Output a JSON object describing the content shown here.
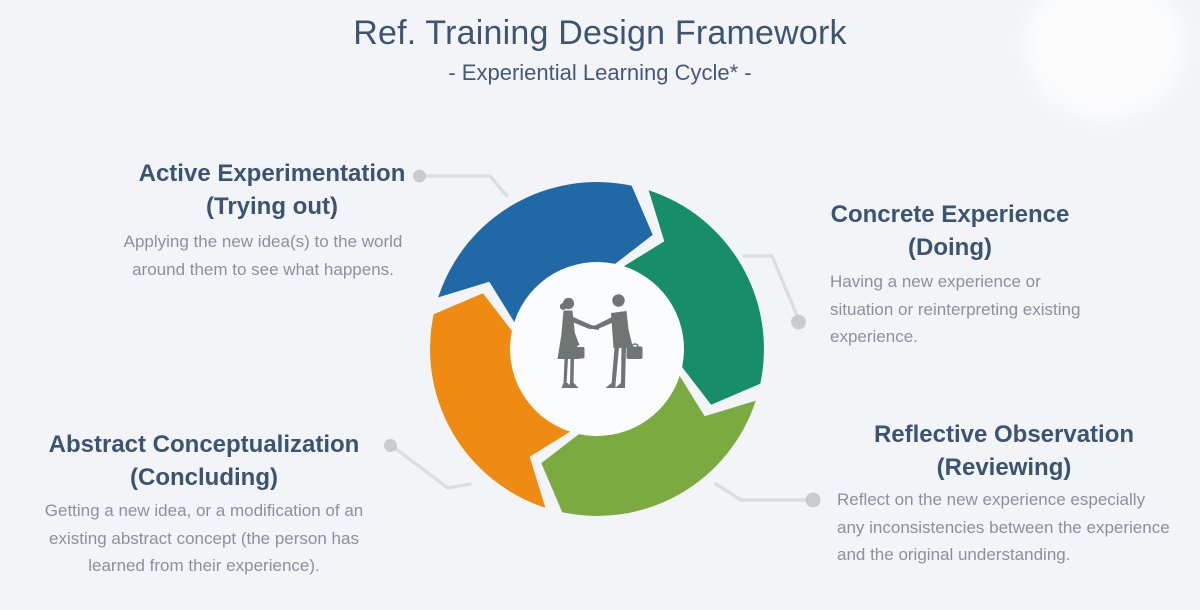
{
  "header": {
    "title": "Ref. Training Design Framework",
    "subtitle": "- Experiential Learning Cycle* -"
  },
  "colors": {
    "background": "#F3F4F8",
    "title_text": "#3D5571",
    "heading_text": "#3A5472",
    "body_text": "#8B9199",
    "segment_blue": "#2169A6",
    "segment_teal": "#178E67",
    "segment_olive": "#7BAA41",
    "segment_orange": "#EF8B13",
    "hub": "#FBFCFE",
    "silhouette": "#6E7573",
    "connector": "#DDDDDE",
    "connector_dot": "#C9CBCE"
  },
  "wheel": {
    "center_icon": "two-business-people-meeting",
    "segments": [
      {
        "id": "active-experimentation",
        "color_key": "segment_blue"
      },
      {
        "id": "concrete-experience",
        "color_key": "segment_teal"
      },
      {
        "id": "reflective-observation",
        "color_key": "segment_olive"
      },
      {
        "id": "abstract-conceptualization",
        "color_key": "segment_orange"
      }
    ]
  },
  "quadrants": [
    {
      "id": "active-experimentation",
      "title": "Active Experimentation",
      "subtitle": "(Trying out)",
      "lines": [
        "Applying the new idea(s) to the world",
        "around them to see what happens."
      ]
    },
    {
      "id": "concrete-experience",
      "title": "Concrete Experience",
      "subtitle": "(Doing)",
      "lines": [
        "Having a new experience or",
        "situation or reinterpreting existing",
        "experience."
      ]
    },
    {
      "id": "reflective-observation",
      "title": "Reflective Observation",
      "subtitle": "(Reviewing)",
      "lines": [
        "Reflect on the new experience especially",
        "any inconsistencies between the experience",
        "and the original understanding."
      ]
    },
    {
      "id": "abstract-conceptualization",
      "title": "Abstract Conceptualization",
      "subtitle": "(Concluding)",
      "lines": [
        "Getting a new idea, or a modification of an",
        "existing abstract concept (the person has",
        "learned from their experience)."
      ]
    }
  ]
}
